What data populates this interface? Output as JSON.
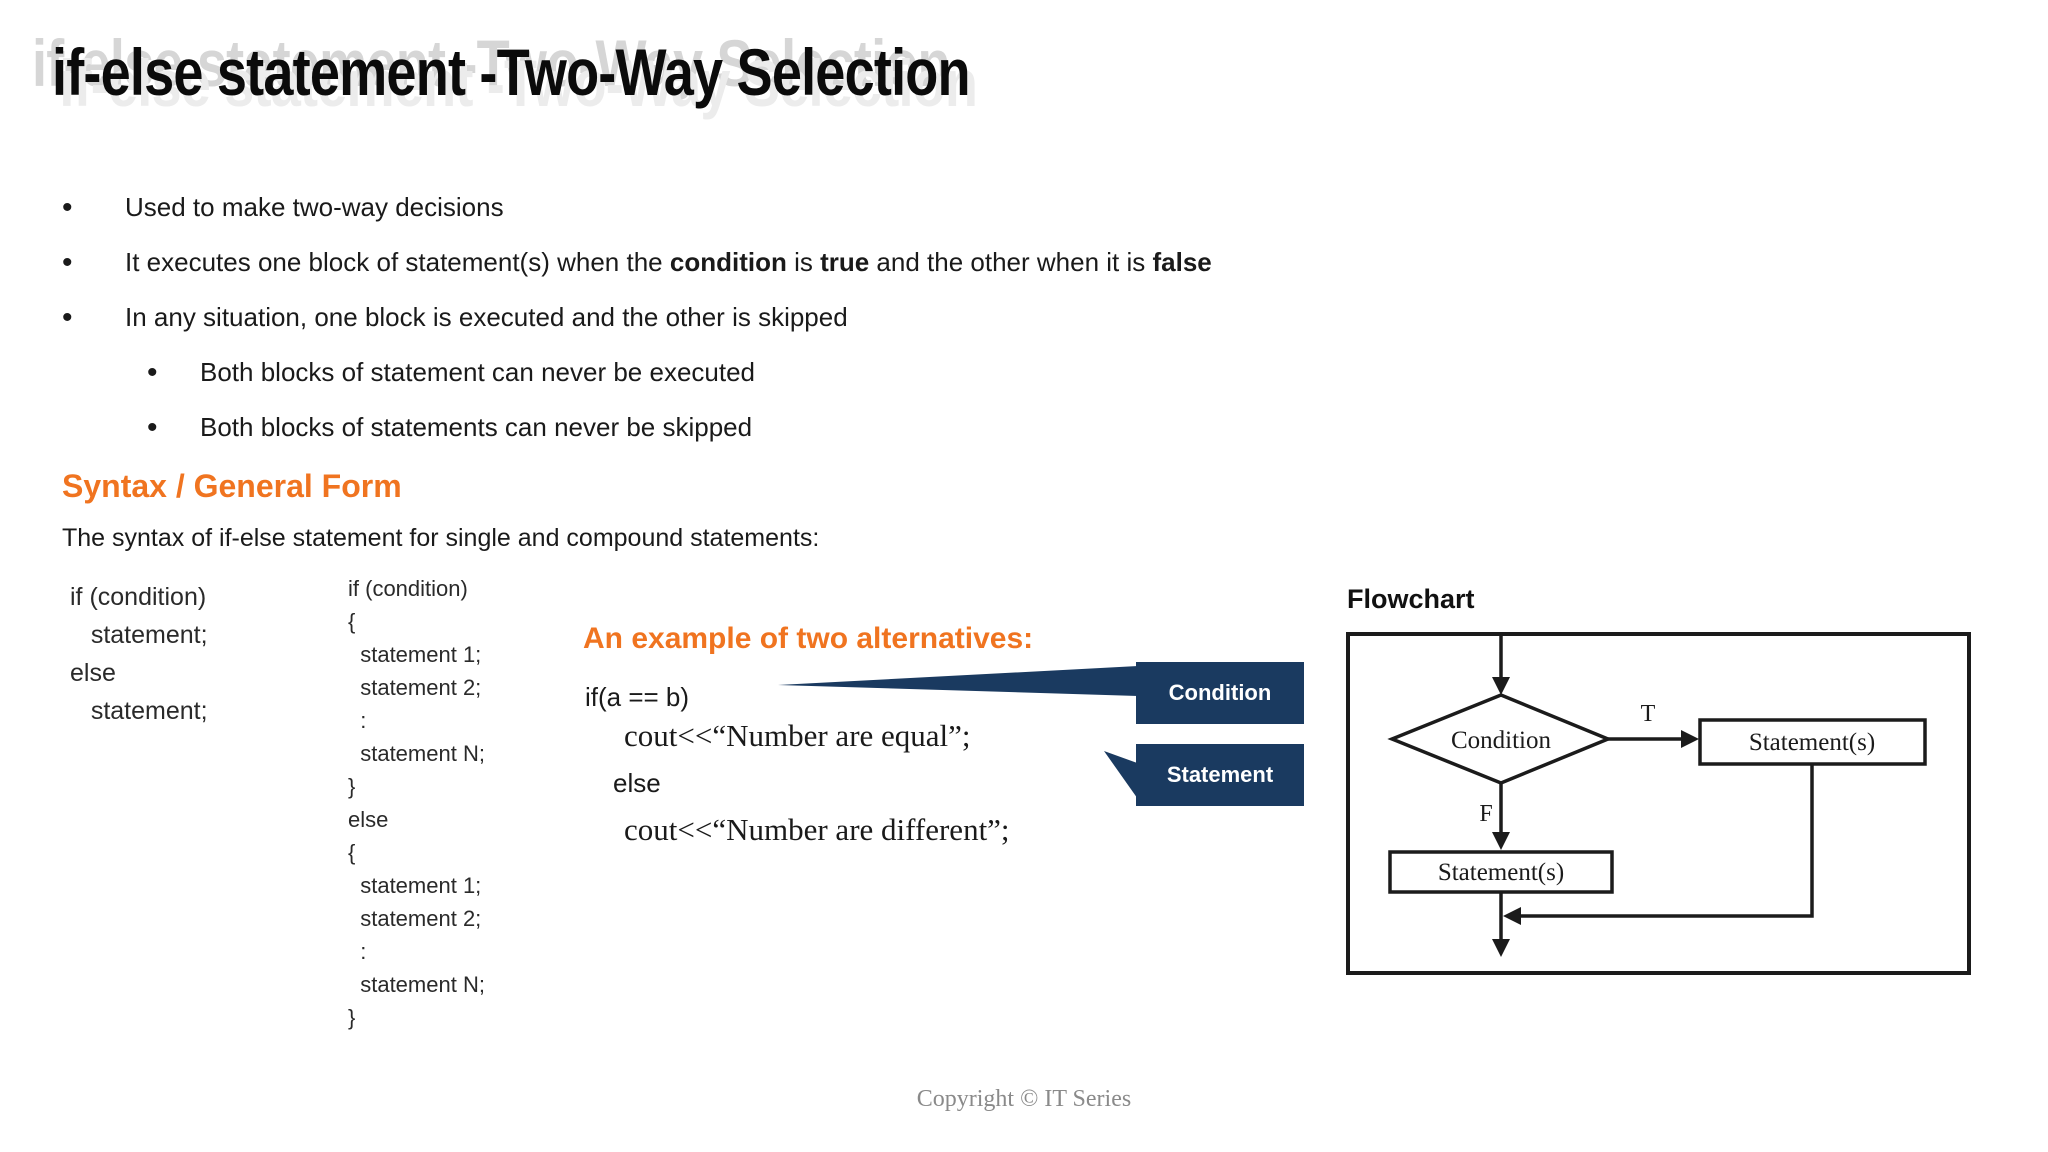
{
  "slide": {
    "title": "if-else statement -Two-Way Selection",
    "bullets": [
      {
        "level": 1,
        "segments": [
          {
            "text": "Used to make two-way decisions"
          }
        ]
      },
      {
        "level": 1,
        "segments": [
          {
            "text": "It executes one block of statement(s) when the "
          },
          {
            "text": "condition",
            "bold": true
          },
          {
            "text": " is "
          },
          {
            "text": "true",
            "bold": true
          },
          {
            "text": " and the other when it is "
          },
          {
            "text": "false",
            "bold": true
          }
        ]
      },
      {
        "level": 1,
        "segments": [
          {
            "text": "In any situation, one block is executed and the other is skipped"
          }
        ]
      },
      {
        "level": 2,
        "segments": [
          {
            "text": "Both blocks of statement can never be executed"
          }
        ]
      },
      {
        "level": 2,
        "segments": [
          {
            "text": "Both blocks of statements can never be skipped"
          }
        ]
      }
    ],
    "syntax_heading": "Syntax / General Form",
    "syntax_intro": "The syntax of if-else statement for single and compound statements:",
    "code_single": [
      "if (condition)",
      "   statement;",
      "else",
      "   statement;"
    ],
    "code_compound": [
      "if (condition)",
      "{",
      "  statement 1;",
      "  statement 2;",
      "  :",
      "  statement N;",
      "}",
      "else",
      "{",
      "  statement 1;",
      "  statement 2;",
      "  :",
      "  statement N;",
      "}"
    ],
    "example": {
      "heading": "An example of two alternatives:",
      "line_if": "if(a == b)",
      "line_cout_equal": "cout<<“Number are equal”;",
      "line_else": "else",
      "line_cout_different": "cout<<“Number are different”;"
    },
    "callouts": {
      "condition_label": "Condition",
      "statement_label": "Statement"
    },
    "flowchart": {
      "heading": "Flowchart",
      "decision_label": "Condition",
      "true_branch_label": "T",
      "false_branch_label": "F",
      "true_statement_label": "Statement(s)",
      "false_statement_label": "Statement(s)"
    },
    "footer": "Copyright © IT Series",
    "colors": {
      "accent_orange": "#F07420",
      "callout_navy": "#1A3A60"
    }
  }
}
